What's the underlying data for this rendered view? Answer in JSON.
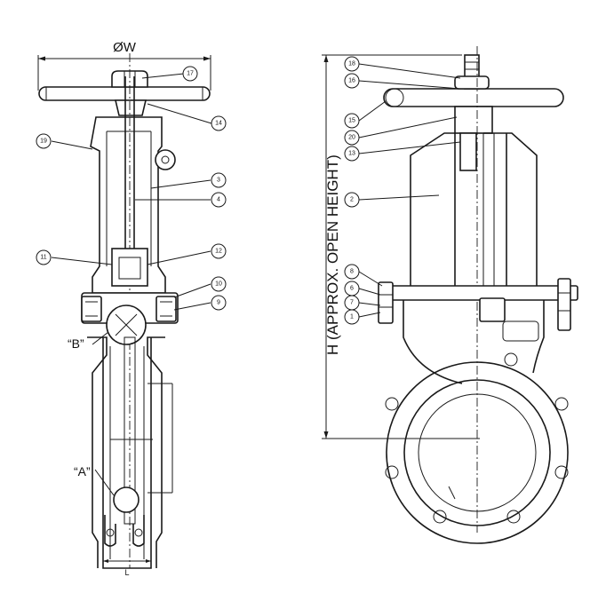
{
  "dimensions": {
    "w": "ØW",
    "h": "H (APPROX. OPEN HEIGHT)",
    "l": "L"
  },
  "details": {
    "a": "“A”",
    "b": "“B”"
  },
  "side_view_tags": [
    "17",
    "14",
    "19",
    "3",
    "4",
    "11",
    "12",
    "10",
    "9"
  ],
  "front_view_tags": [
    "18",
    "16",
    "15",
    "20",
    "13",
    "2",
    "8",
    "6",
    "7",
    "1"
  ]
}
